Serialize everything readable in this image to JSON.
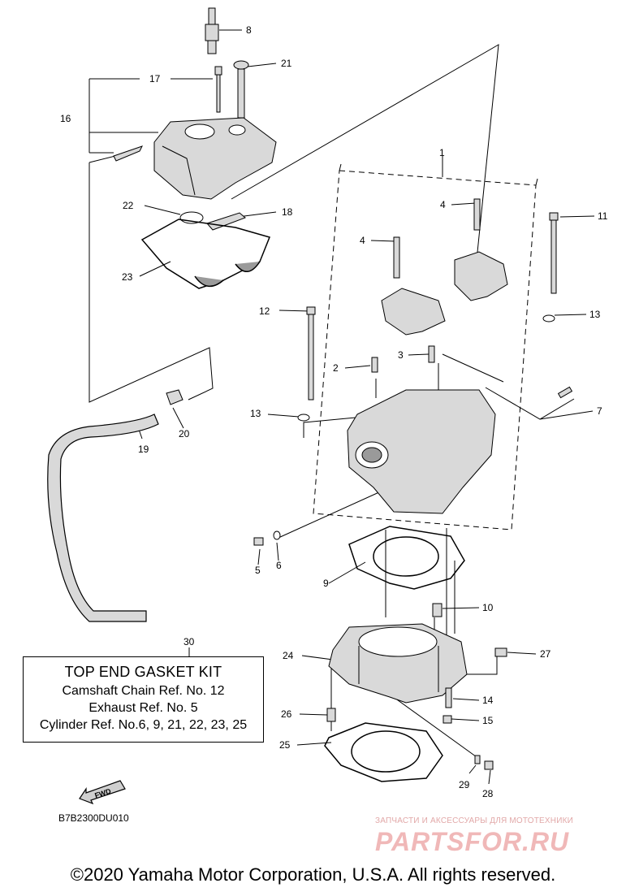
{
  "callouts": {
    "n1": "1",
    "n2": "2",
    "n3": "3",
    "n4a": "4",
    "n4b": "4",
    "n5": "5",
    "n6": "6",
    "n7": "7",
    "n8": "8",
    "n9": "9",
    "n10": "10",
    "n11": "11",
    "n12": "12",
    "n13a": "13",
    "n13b": "13",
    "n14": "14",
    "n15": "15",
    "n16": "16",
    "n17": "17",
    "n18": "18",
    "n19": "19",
    "n20": "20",
    "n21": "21",
    "n22": "22",
    "n23": "23",
    "n24": "24",
    "n25": "25",
    "n26": "26",
    "n27": "27",
    "n28": "28",
    "n29": "29",
    "n30": "30"
  },
  "kit": {
    "title": "TOP END GASKET KIT",
    "line1": "Camshaft Chain Ref. No. 12",
    "line2": "Exhaust Ref. No. 5",
    "line3": "Cylinder Ref. No.6, 9, 21, 22, 23, 25"
  },
  "fwd_label": "FWD",
  "diagram_code": "B7B2300DU010",
  "copyright": "©2020 Yamaha Motor Corporation, U.S.A. All rights reserved.",
  "watermark": {
    "small": "ЗАПЧАСТИ И АКСЕССУАРЫ ДЛЯ МОТОТЕХНИКИ",
    "big": "PARTSFOR.RU"
  },
  "colors": {
    "line": "#000000",
    "part_fill": "#d9d9d9",
    "part_shade": "#9a9a9a",
    "watermark": "#f0b8b8"
  }
}
